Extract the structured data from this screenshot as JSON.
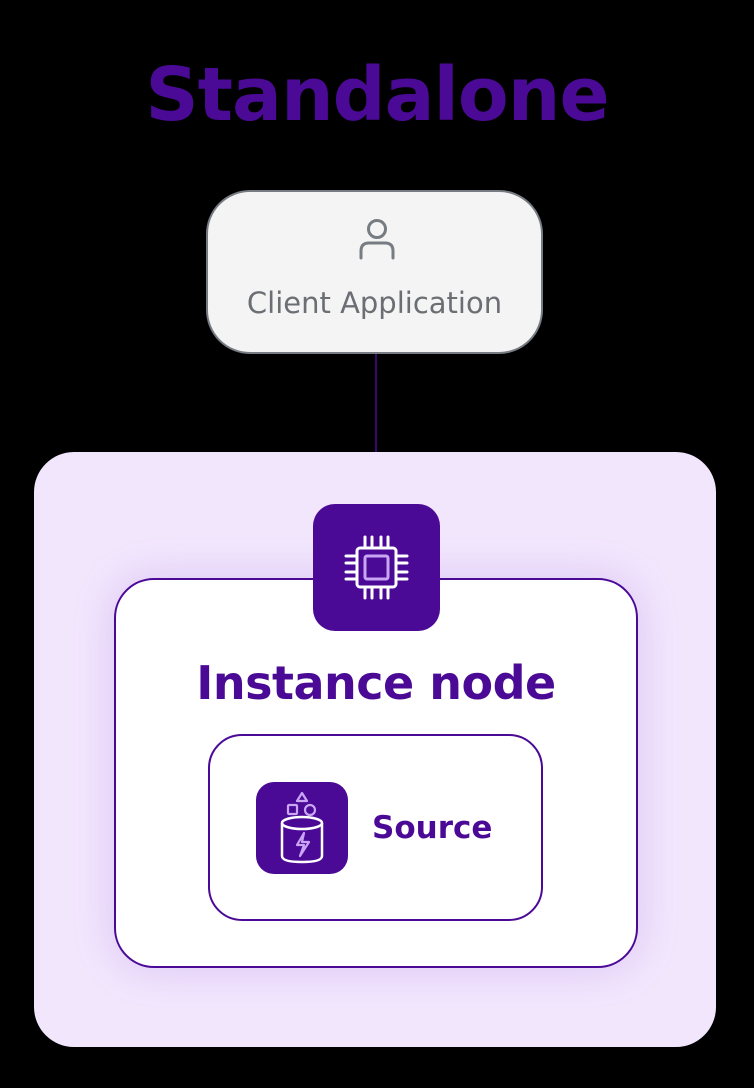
{
  "title": "Standalone",
  "client": {
    "label": "Client Application",
    "icon": "user-icon"
  },
  "instance": {
    "label": "Instance node",
    "icon": "cpu-chip-icon"
  },
  "source": {
    "label": "Source",
    "icon": "database-lightning-icon"
  },
  "colors": {
    "accent": "#4b0a96",
    "background": "#000000",
    "outer_container": "#f2e6fd",
    "client_box": "#f4f4f4",
    "client_border": "#777b82",
    "icon_stroke": "#c9a6f4"
  }
}
